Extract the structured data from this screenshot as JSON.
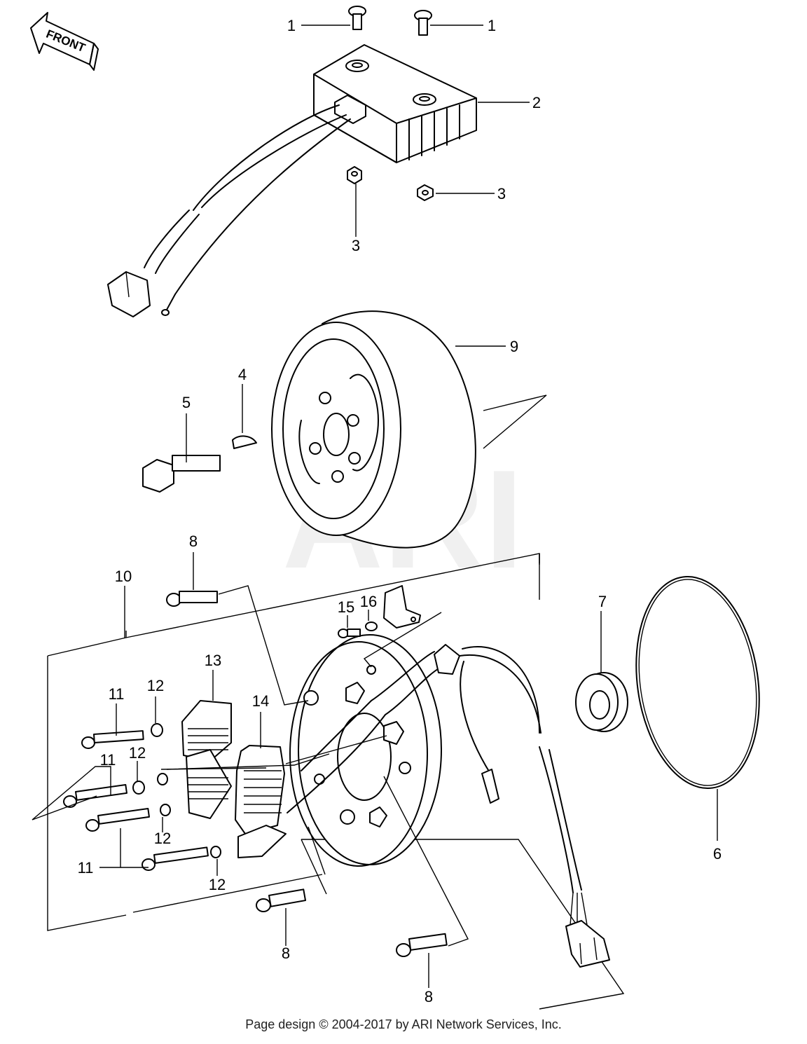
{
  "front_arrow": {
    "label": "FRONT"
  },
  "watermark": {
    "text": "ARI"
  },
  "callouts": {
    "p1a": "1",
    "p1b": "1",
    "p2": "2",
    "p3a": "3",
    "p3b": "3",
    "p4": "4",
    "p5": "5",
    "p6": "6",
    "p7": "7",
    "p8a": "8",
    "p8b": "8",
    "p8c": "8",
    "p9": "9",
    "p10": "10",
    "p11a": "11",
    "p11b": "11",
    "p11c": "11",
    "p12a": "12",
    "p12b": "12",
    "p12c": "12",
    "p12d": "12",
    "p13": "13",
    "p14": "14",
    "p15": "15",
    "p16": "16"
  },
  "footer": {
    "text": "Page design © 2004-2017 by ARI Network Services, Inc."
  }
}
